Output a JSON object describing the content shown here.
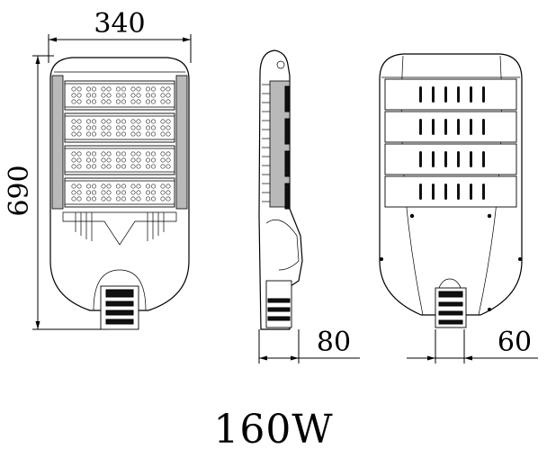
{
  "dimensions": {
    "front_width": "340",
    "front_height": "690",
    "side_width": "80",
    "back_width": "60"
  },
  "caption": "160W",
  "panels": {
    "rows": 4,
    "led_columns": 7,
    "led_rows": 3,
    "back_slot_columns": 6
  }
}
